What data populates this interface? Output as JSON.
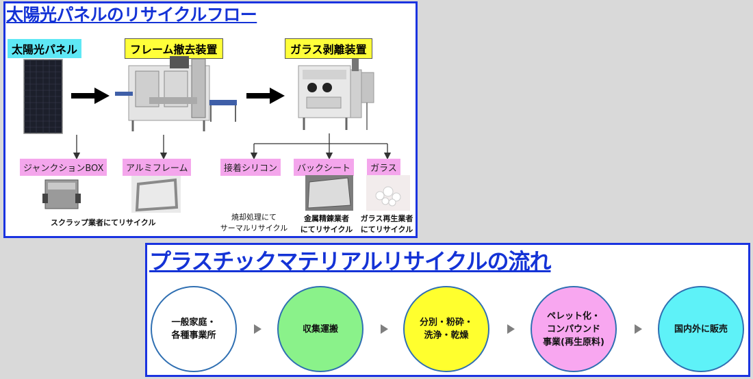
{
  "top": {
    "title": "太陽光パネルのリサイクルフロー",
    "solar_panel_label": "太陽光パネル",
    "frame_removal_label": "フレーム撤去装置",
    "glass_separation_label": "ガラス剥離装置",
    "components": {
      "junction_box": "ジャンクションBOX",
      "aluminum_frame": "アルミフレーム",
      "adhesive_silicone": "接着シリコン",
      "back_sheet": "バックシート",
      "glass": "ガラス"
    },
    "notes": {
      "scrap": "スクラップ業者にてリサイクル",
      "thermal_line1": "焼却処理にて",
      "thermal_line2": "サーマルリサイクル",
      "metal_line1": "金属精錬業者",
      "metal_line2": "にてリサイクル",
      "glass_line1": "ガラス再生業者",
      "glass_line2": "にてリサイクル"
    }
  },
  "bottom": {
    "title": "プラスチックマテリアルリサイクルの流れ",
    "steps": [
      {
        "label": "一般家庭・\n各種事業所",
        "color": "#ffffff"
      },
      {
        "label": "収集運搬",
        "color": "#8af28a"
      },
      {
        "label": "分別・粉砕・\n洗浄・乾燥",
        "color": "#ffff2e"
      },
      {
        "label": "ペレット化・\nコンパウンド\n事業(再生原料)",
        "color": "#f8a7f0"
      },
      {
        "label": "国内外に販売",
        "color": "#5ef2f8"
      }
    ]
  }
}
